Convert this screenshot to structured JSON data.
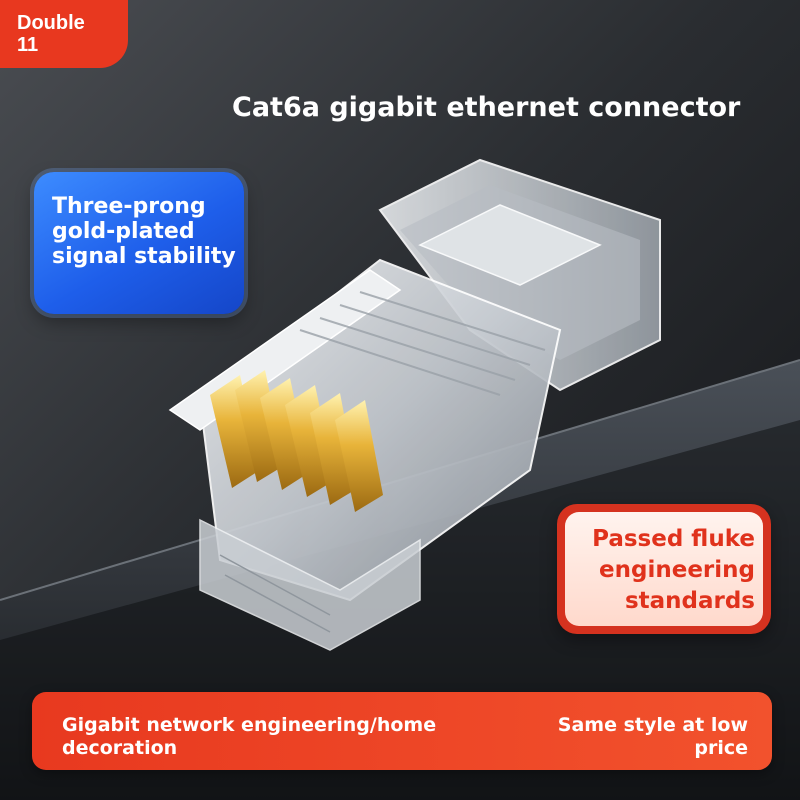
{
  "badge": {
    "line1": "Double",
    "line2": "11"
  },
  "headline": "Cat6a gigabit ethernet connector",
  "blue_card": {
    "text": "Three-prong gold-plated signal stability"
  },
  "red_card": {
    "text": "Passed fluke engineering standards"
  },
  "bottom_bar": {
    "left_text": "Gigabit network engineering/home decoration",
    "right_text": "Same style at low price"
  },
  "colors": {
    "accent_red": "#e8381f",
    "card_blue": "#2563eb",
    "card_text_red": "#e0321c",
    "background_dark": "#1a1d22"
  },
  "product": "rj45-connector-image"
}
